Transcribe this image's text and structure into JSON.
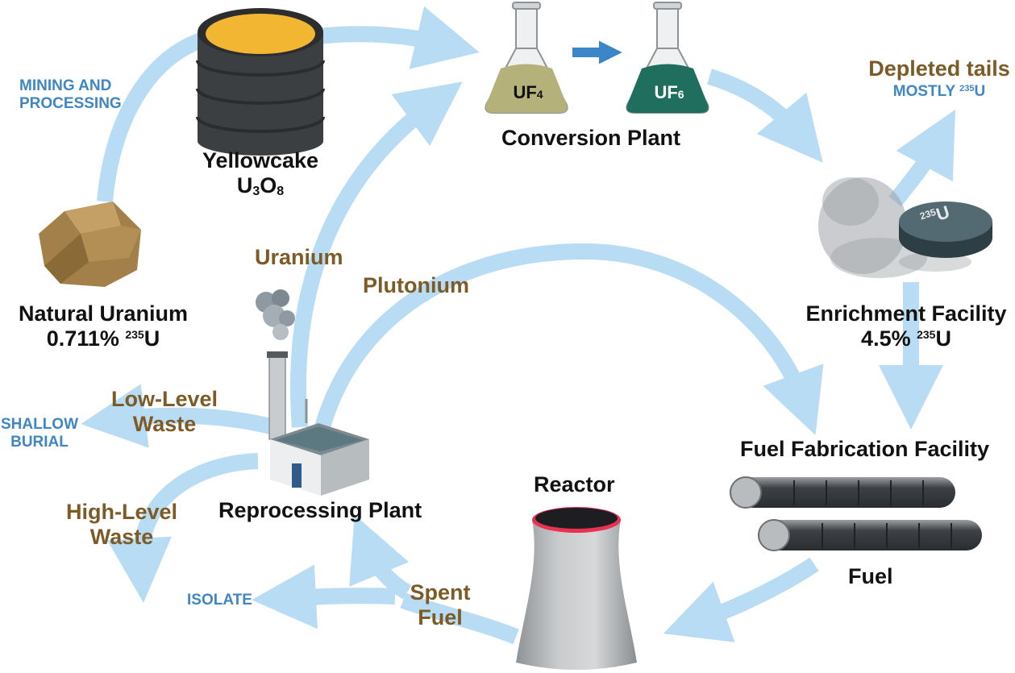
{
  "labels": {
    "mining": [
      "MINING AND",
      "PROCESSING"
    ],
    "yellowcake_title": "Yellowcake",
    "yellowcake_formula": {
      "a": "U",
      "b": "3",
      "c": "O",
      "d": "8"
    },
    "conversion_plant": "Conversion Plant",
    "uf4": {
      "base": "UF",
      "sub": "4"
    },
    "uf6": {
      "base": "UF",
      "sub": "6"
    },
    "depleted_title": "Depleted tails",
    "depleted_sub": {
      "prefix": "MOSTLY ",
      "sup": "235",
      "suffix": "U"
    },
    "enrichment_title": "Enrichment Facility",
    "enrichment_value": {
      "prefix": "4.5% ",
      "sup": "235",
      "suffix": "U"
    },
    "enrichment_disc": {
      "sup": "235",
      "base": "U"
    },
    "natural_title": "Natural Uranium",
    "natural_value": {
      "prefix": "0.711% ",
      "sup": "235",
      "suffix": "U"
    },
    "uranium": "Uranium",
    "plutonium": "Plutonium",
    "low_level": [
      "Low-Level",
      "Waste"
    ],
    "shallow": [
      "SHALLOW",
      "BURIAL"
    ],
    "high_level": [
      "High-Level",
      "Waste"
    ],
    "isolate": "ISOLATE",
    "reprocessing": "Reprocessing Plant",
    "reactor": "Reactor",
    "fuel_fab": "Fuel Fabrication Facility",
    "fuel": "Fuel",
    "spent": [
      "Spent",
      "Fuel"
    ]
  },
  "colors": {
    "arrow": "#b9dcf5",
    "yellowcake": "#f2b632",
    "uf4": "#b5b17a",
    "uf6": "#1f6e5e",
    "ore": "#a3804a",
    "text_brown": "#7c5b27",
    "text_blue": "#3f86c3",
    "reactor_rim": "#e8324f"
  },
  "icons": [
    "yellowcake-drum-icon",
    "uf4-flask-icon",
    "uf6-flask-icon",
    "u235-disc-icon",
    "uranium-ore-icon",
    "reprocessing-plant-icon",
    "cooling-tower-icon",
    "fuel-rod-icon"
  ]
}
